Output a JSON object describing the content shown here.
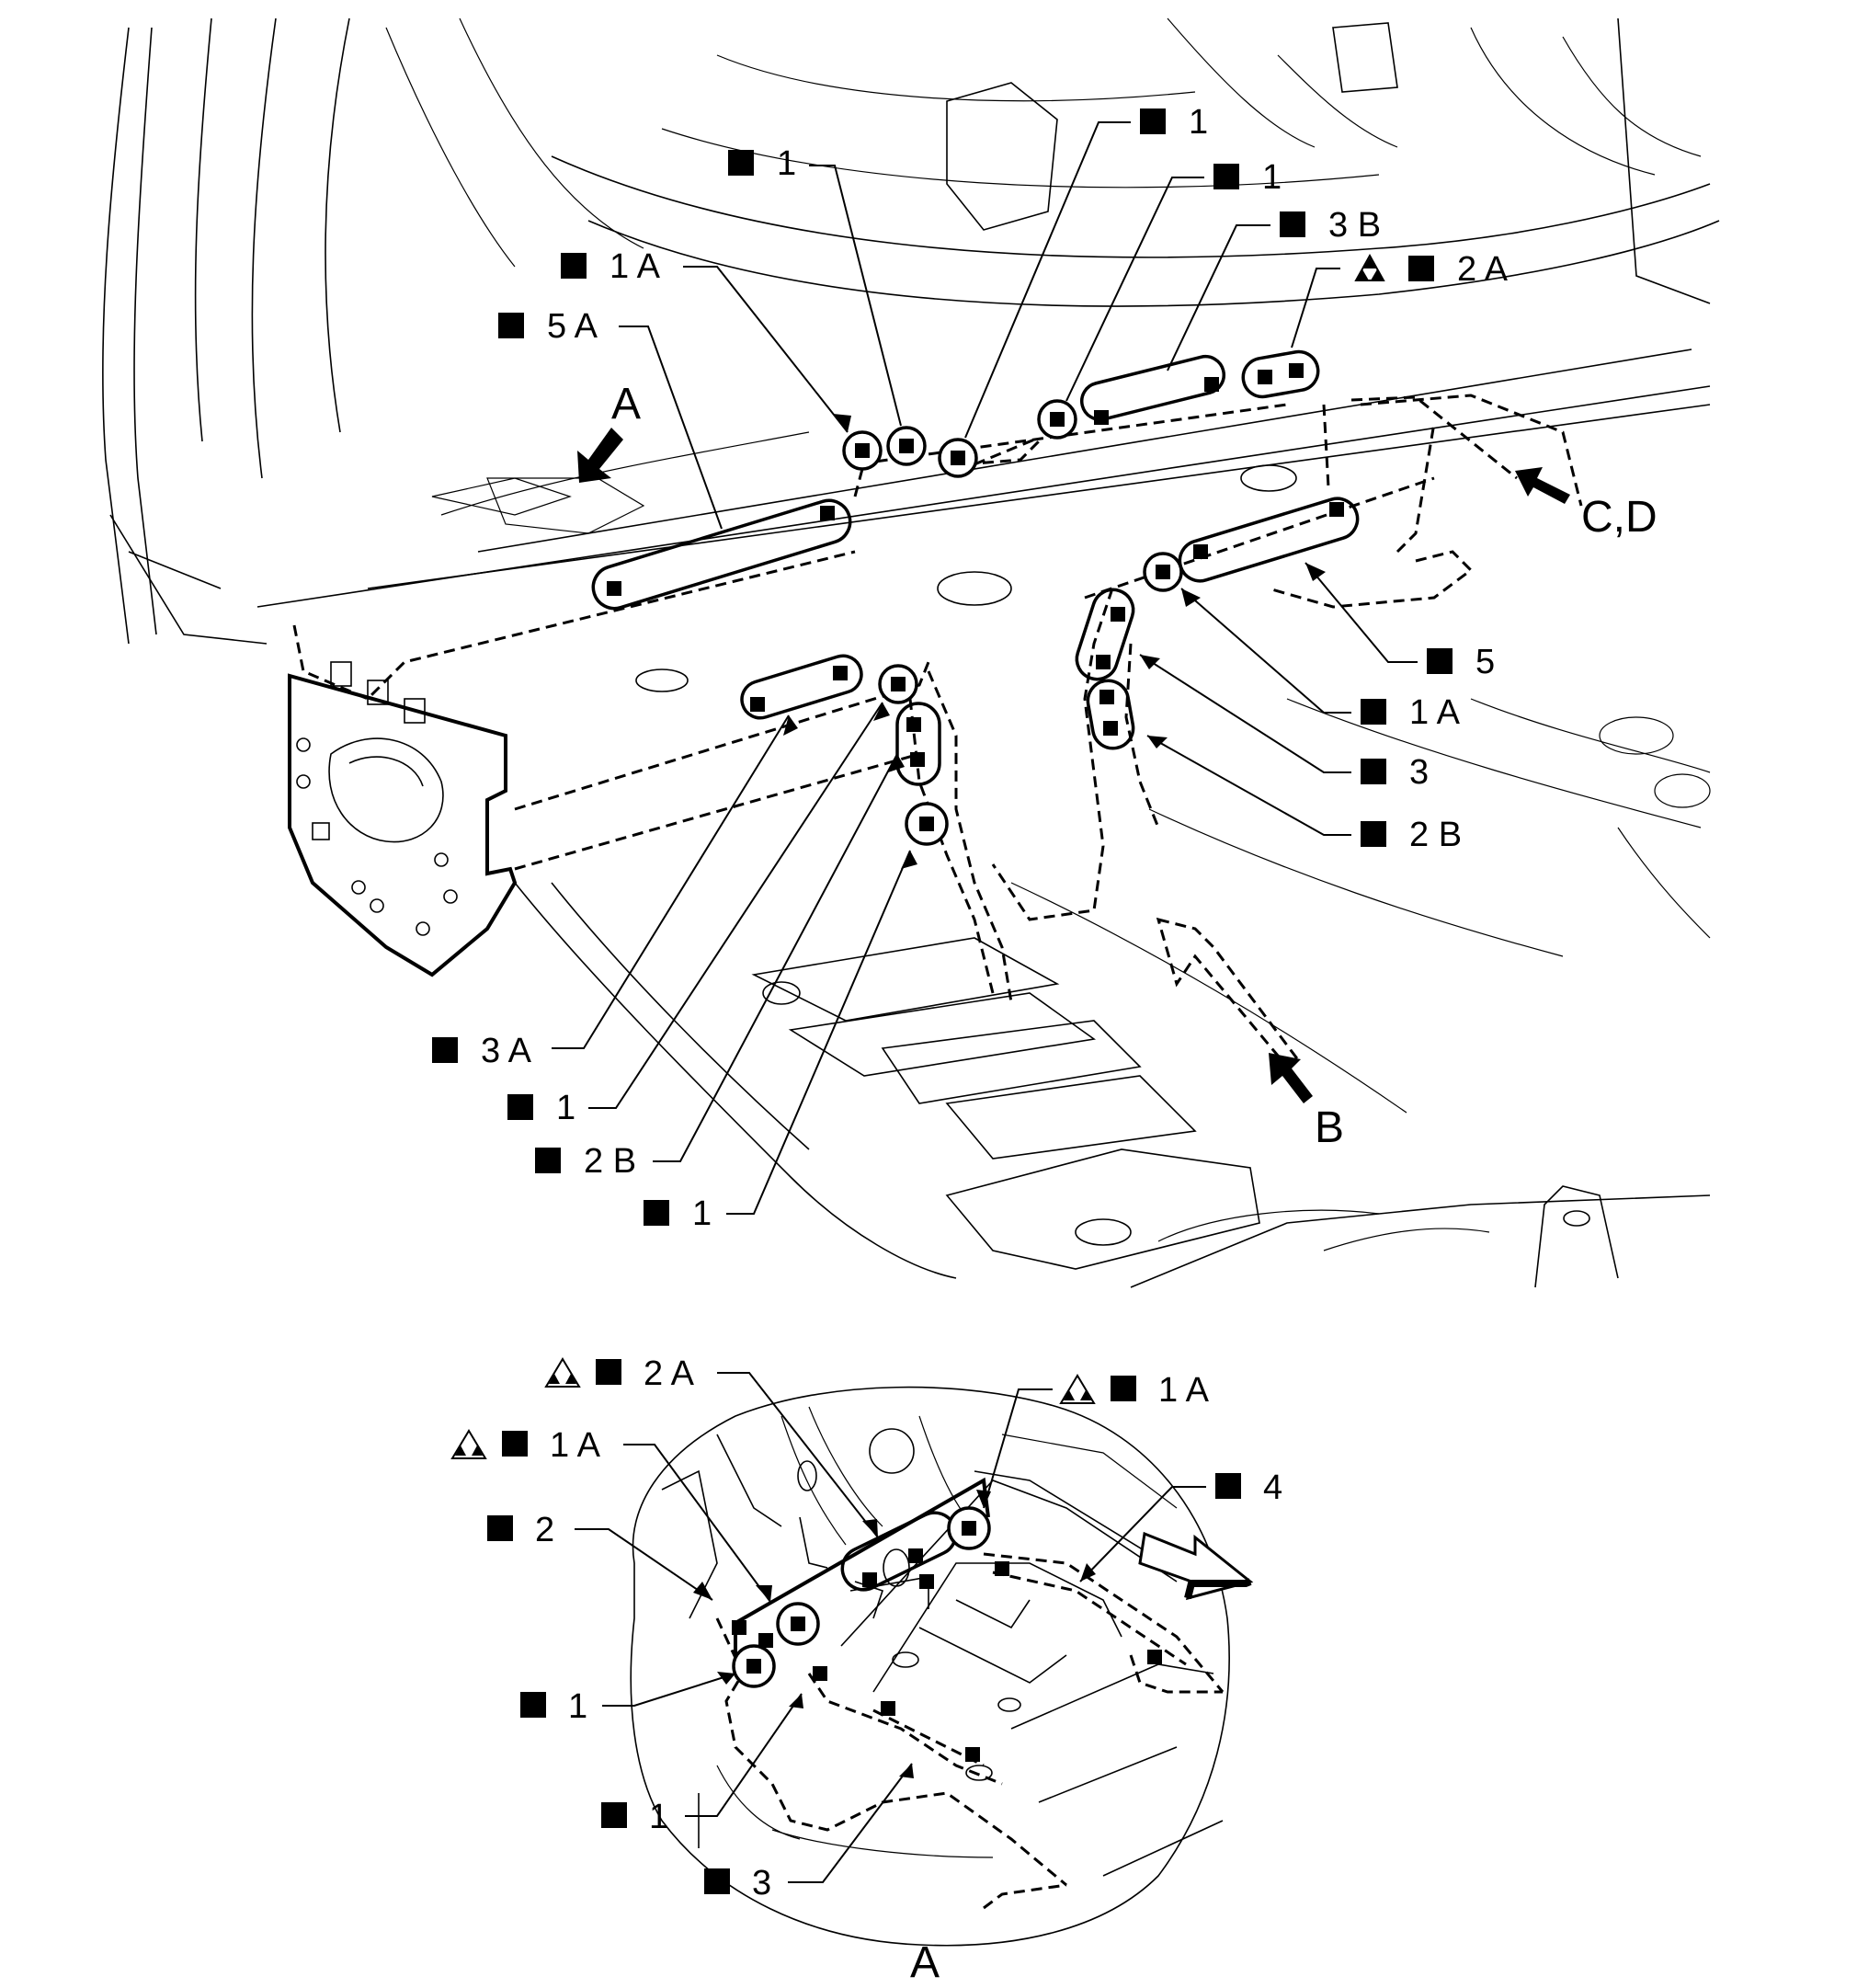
{
  "main_view": {
    "callouts": [
      {
        "id": "c1",
        "text": "1"
      },
      {
        "id": "c2",
        "text": "1"
      },
      {
        "id": "c3",
        "text": "1"
      },
      {
        "id": "c4",
        "text": "3 B"
      },
      {
        "id": "c5",
        "text": "1 A"
      },
      {
        "id": "c6",
        "text": "2 A",
        "triangle": "filled-triangles-icon"
      },
      {
        "id": "c7",
        "text": "5 A"
      },
      {
        "id": "c8",
        "text": "5"
      },
      {
        "id": "c9",
        "text": "1 A"
      },
      {
        "id": "c10",
        "text": "3"
      },
      {
        "id": "c11",
        "text": "2 B"
      },
      {
        "id": "c12",
        "text": "3 A"
      },
      {
        "id": "c13",
        "text": "1"
      },
      {
        "id": "c14",
        "text": "2 B"
      },
      {
        "id": "c15",
        "text": "1"
      }
    ],
    "view_arrows": {
      "a": "A",
      "b": "B",
      "cd": "C,D"
    }
  },
  "detail_view": {
    "callouts": [
      {
        "id": "d1",
        "text": "2 A",
        "triangle": "outlined-triangles-icon"
      },
      {
        "id": "d2",
        "text": "1 A",
        "triangle": "outlined-triangles-icon"
      },
      {
        "id": "d3",
        "text": "1 A",
        "triangle": "outlined-triangles-icon"
      },
      {
        "id": "d4",
        "text": "2"
      },
      {
        "id": "d5",
        "text": "4"
      },
      {
        "id": "d6",
        "text": "1"
      },
      {
        "id": "d7",
        "text": "1"
      },
      {
        "id": "d8",
        "text": "3"
      }
    ],
    "title": "A"
  },
  "icons": {
    "weld_marker": "black-square-icon",
    "view_arrow": "bold-arrow-icon"
  },
  "colors": {
    "line": "#000000",
    "background": "#ffffff"
  }
}
